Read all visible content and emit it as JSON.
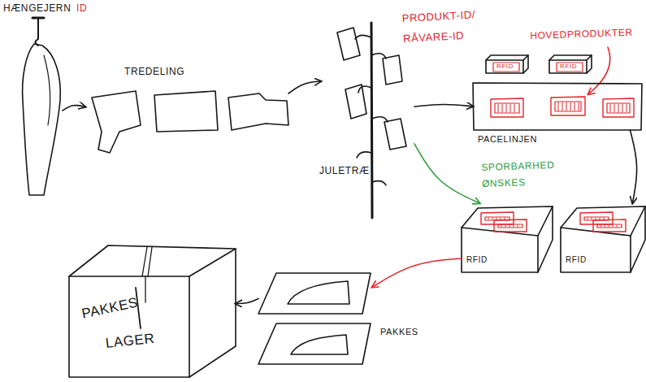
{
  "diagram": {
    "nodes": [
      {
        "text": [
          "HÆNGEJERN",
          "ID"
        ]
      },
      {
        "text": [
          "TREDELING"
        ]
      },
      {
        "text": [
          "JULETRÆ"
        ]
      },
      {
        "text": [
          "PACELINJEN"
        ]
      },
      {
        "text": [
          "RFID"
        ]
      },
      {
        "text": [
          "RFID"
        ]
      },
      {
        "text": [
          "RFID"
        ]
      },
      {
        "text": [
          "RFID"
        ]
      },
      {
        "text": [
          "PAKKES"
        ]
      },
      {
        "text": [
          "PAKKES",
          "LAGER"
        ]
      }
    ],
    "edges": [
      {
        "from": 0,
        "to": 1,
        "arrow": "to"
      },
      {
        "from": 1,
        "to": 2,
        "arrow": "to"
      },
      {
        "from": 2,
        "to": 3,
        "arrow": "to"
      },
      {
        "from": 2,
        "to": 6,
        "arrow": "to",
        "label": "SPORBARHED ØNSKES"
      },
      {
        "from": 3,
        "to": 7,
        "arrow": "to"
      },
      {
        "from": 6,
        "to": 8,
        "arrow": "to"
      },
      {
        "from": 8,
        "to": 9,
        "arrow": "to"
      }
    ],
    "labels": [
      "PRODUKT-ID/ RÅVARE-ID",
      "HOVEDPRODUKTER"
    ]
  }
}
